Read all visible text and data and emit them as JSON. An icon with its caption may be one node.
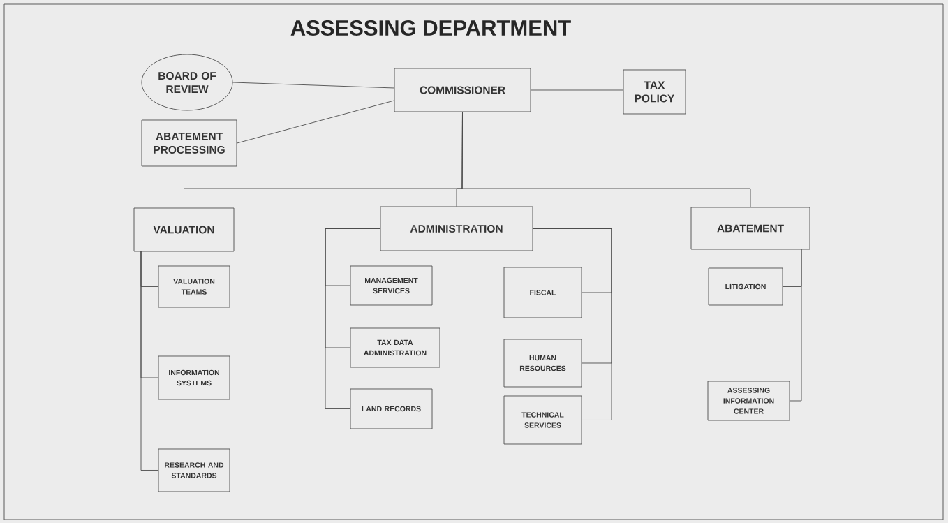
{
  "diagram": {
    "title": "ASSESSING DEPARTMENT",
    "nodes": [
      {
        "text": [
          "BOARD OF REVIEW"
        ]
      },
      {
        "text": [
          "COMMISSIONER"
        ]
      },
      {
        "text": [
          "TAX POLICY"
        ]
      },
      {
        "text": [
          "ABATEMENT PROCESSING"
        ]
      },
      {
        "text": [
          "VALUATION"
        ]
      },
      {
        "text": [
          "ADMINISTRATION"
        ]
      },
      {
        "text": [
          "ABATEMENT"
        ]
      },
      {
        "text": [
          "VALUATION TEAMS"
        ]
      },
      {
        "text": [
          "INFORMATION SYSTEMS"
        ]
      },
      {
        "text": [
          "RESEARCH AND STANDARDS"
        ]
      },
      {
        "text": [
          "MANAGEMENT SERVICES"
        ]
      },
      {
        "text": [
          "TAX DATA ADMINISTRATION"
        ]
      },
      {
        "text": [
          "LAND RECORDS"
        ]
      },
      {
        "text": [
          "FISCAL"
        ]
      },
      {
        "text": [
          "HUMAN RESOURCES"
        ]
      },
      {
        "text": [
          "TECHNICAL SERVICES"
        ]
      },
      {
        "text": [
          "LITIGATION"
        ]
      },
      {
        "text": [
          "ASSESSING INFORMATION CENTER"
        ]
      }
    ],
    "edges": [
      {
        "from": 0,
        "to": 1,
        "arrow": "none"
      },
      {
        "from": 3,
        "to": 1,
        "arrow": "none"
      },
      {
        "from": 1,
        "to": 2,
        "arrow": "none"
      },
      {
        "from": 1,
        "to": 4,
        "arrow": "none"
      },
      {
        "from": 1,
        "to": 5,
        "arrow": "none"
      },
      {
        "from": 1,
        "to": 6,
        "arrow": "none"
      },
      {
        "from": 4,
        "to": 7,
        "arrow": "none"
      },
      {
        "from": 4,
        "to": 8,
        "arrow": "none"
      },
      {
        "from": 4,
        "to": 9,
        "arrow": "none"
      },
      {
        "from": 5,
        "to": 10,
        "arrow": "none"
      },
      {
        "from": 5,
        "to": 11,
        "arrow": "none"
      },
      {
        "from": 5,
        "to": 12,
        "arrow": "none"
      },
      {
        "from": 5,
        "to": 13,
        "arrow": "none"
      },
      {
        "from": 5,
        "to": 14,
        "arrow": "none"
      },
      {
        "from": 5,
        "to": 15,
        "arrow": "none"
      },
      {
        "from": 6,
        "to": 16,
        "arrow": "none"
      },
      {
        "from": 6,
        "to": 17,
        "arrow": "none"
      }
    ]
  }
}
